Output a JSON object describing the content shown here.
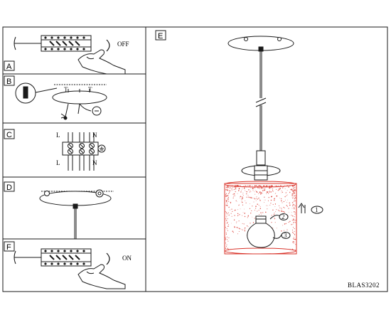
{
  "panels": {
    "A": {
      "label": "A",
      "switch_state": "OFF"
    },
    "B": {
      "label": "B"
    },
    "C": {
      "label": "C",
      "top_markers": [
        "L",
        "N"
      ],
      "bottom_markers": [
        "L",
        "N"
      ],
      "earth_symbol": "earth-ground"
    },
    "D": {
      "label": "D"
    },
    "E": {
      "label": "E",
      "steps": [
        "1",
        "2",
        "3"
      ]
    },
    "F": {
      "label": "F",
      "switch_state": "ON"
    }
  },
  "model_code": "BLAS3202",
  "colors": {
    "line": "#1a1a1a",
    "glass_shade": "#d9342b"
  }
}
